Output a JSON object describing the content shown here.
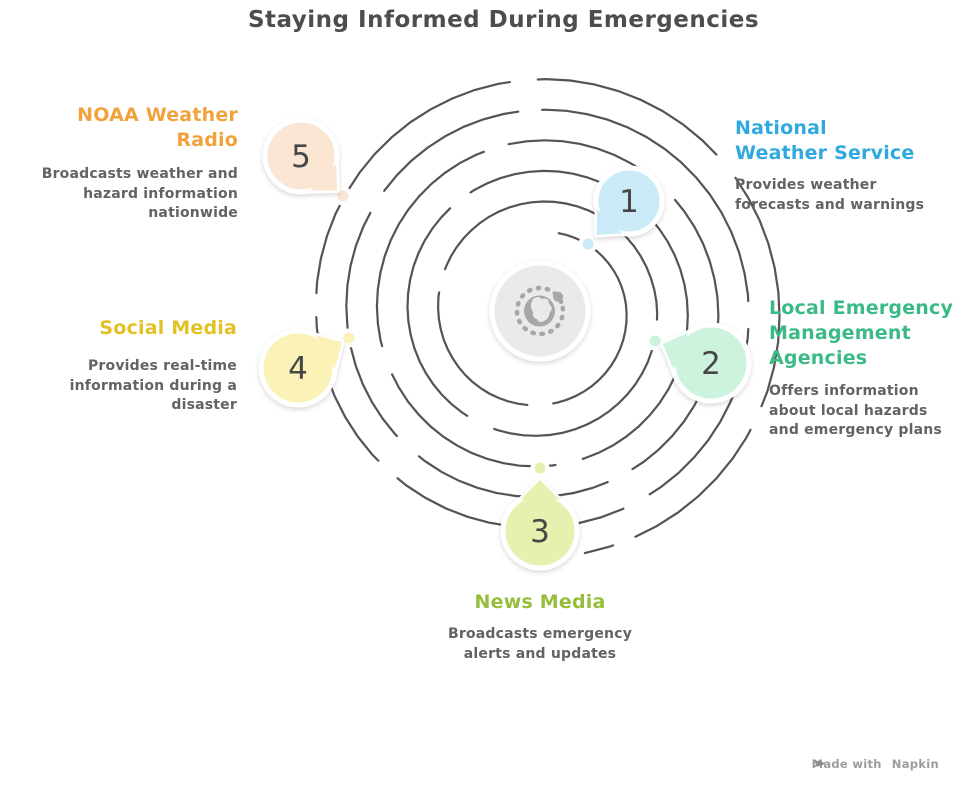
{
  "title": "Staying Informed During Emergencies",
  "center_icon": "globe-alert-icon",
  "items": [
    {
      "number": "1",
      "name": "National Weather Service",
      "name_lines": [
        "National",
        "Weather Service"
      ],
      "description": "Provides weather forecasts and warnings",
      "desc_lines": [
        "Provides weather",
        "forecasts and warnings"
      ],
      "accent_color": "#2FA9DF",
      "bubble_color": "#CBEAF8"
    },
    {
      "number": "2",
      "name": "Local Emergency Management Agencies",
      "name_lines": [
        "Local Emergency",
        "Management",
        "Agencies"
      ],
      "description": "Offers information about local hazards and emergency plans",
      "desc_lines": [
        "Offers information",
        "about local hazards",
        "and emergency plans"
      ],
      "accent_color": "#3BBA85",
      "bubble_color": "#CDF3DF"
    },
    {
      "number": "3",
      "name": "News Media",
      "name_lines": [
        "News Media"
      ],
      "description": "Broadcasts emergency alerts and updates",
      "desc_lines": [
        "Broadcasts emergency",
        "alerts and updates"
      ],
      "accent_color": "#97BE3B",
      "bubble_color": "#E5F1AE"
    },
    {
      "number": "4",
      "name": "Social Media",
      "name_lines": [
        "Social Media"
      ],
      "description": "Provides real-time information during a disaster",
      "desc_lines": [
        "Provides real-time",
        "information during a",
        "disaster"
      ],
      "accent_color": "#E3C125",
      "bubble_color": "#FBF2B8"
    },
    {
      "number": "5",
      "name": "NOAA Weather Radio",
      "name_lines": [
        "NOAA Weather",
        "Radio"
      ],
      "description": "Broadcasts weather and hazard information nationwide",
      "desc_lines": [
        "Broadcasts weather and",
        "hazard information",
        "nationwide"
      ],
      "accent_color": "#F0A23C",
      "bubble_color": "#FAE6D3"
    }
  ],
  "colors": {
    "title": "#4D4D4D",
    "description": "#626267",
    "spiral": "#4A4247",
    "center_fill": "#EAEAEA",
    "icon_gray": "#A7A7A7",
    "number": "#474747",
    "footer": "#9C9C9C"
  },
  "footer": {
    "made_with": "Made with",
    "brand": "Napkin"
  }
}
